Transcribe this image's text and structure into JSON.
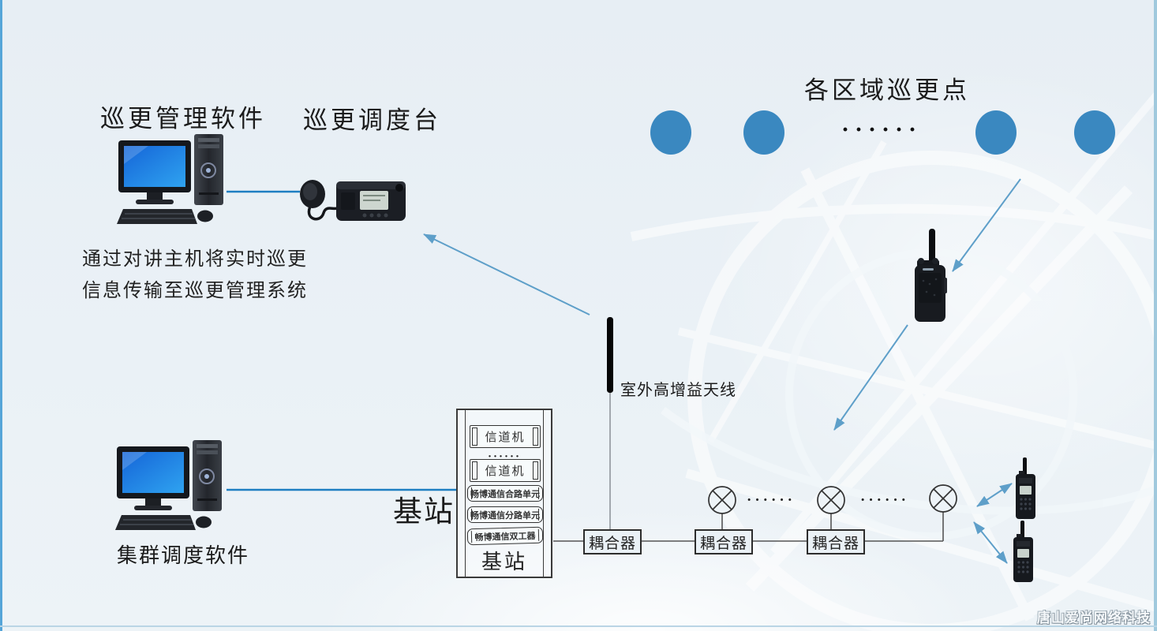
{
  "header": {
    "patrol_software": "巡更管理软件",
    "dispatch_console": "巡更调度台",
    "patrol_points": "各区域巡更点"
  },
  "caption": {
    "line1": "通过对讲主机将实时巡更",
    "line2": "信息传输至巡更管理系统"
  },
  "antenna": {
    "label": "室外高增益天线"
  },
  "base_station": {
    "big_label": "基站",
    "rack_label": "基站",
    "modules": [
      "信道机",
      "······",
      "信道机",
      "畅博通信合路单元",
      "畅博通信分路单元",
      "畅博通信双工器"
    ]
  },
  "couplers": {
    "labels": [
      "耦合器",
      "耦合器",
      "耦合器"
    ]
  },
  "trunking": {
    "label": "集群调度软件"
  },
  "ellipsis": "······",
  "watermark": "唐山爱尚网络科技",
  "colors": {
    "node_blue": "#3a88c0",
    "link_blue": "#1e7fc2",
    "arrow_blue": "#5e9fc9",
    "line_dark": "#555555",
    "background": "#eaf1f6"
  },
  "icons": {
    "computer": "desktop-computer-icon",
    "mobile_radio": "mobile-radio-icon",
    "portable_radio": "portable-radio-icon",
    "antenna": "antenna-mast-icon",
    "coupler_antenna": "circle-x-antenna-icon"
  }
}
